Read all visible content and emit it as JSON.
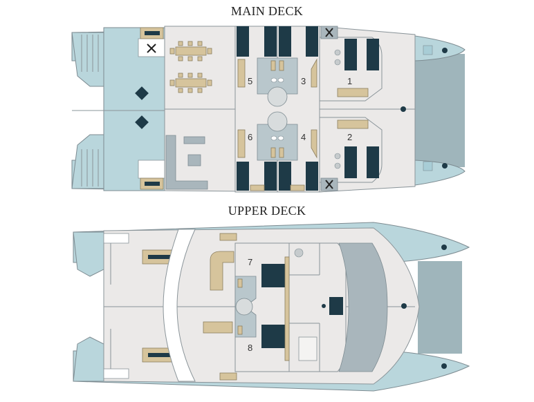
{
  "main_deck": {
    "title": "MAIN DECK",
    "cabins": [
      "1",
      "2",
      "3",
      "4",
      "5",
      "6"
    ]
  },
  "upper_deck": {
    "title": "UPPER DECK",
    "cabins": [
      "7",
      "8"
    ]
  },
  "colors": {
    "hull": "#b9d6dc",
    "hull_dark": "#9fb5bb",
    "deck_floor": "#ebe9e8",
    "tan": "#d6c49c",
    "navy": "#1e3a47",
    "grey": "#a9b6bc",
    "outline": "#7d8b91"
  }
}
